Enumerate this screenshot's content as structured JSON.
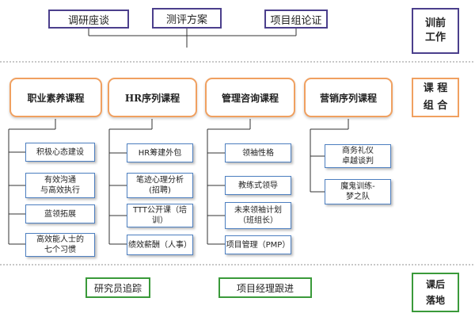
{
  "top": {
    "items": [
      "调研座谈",
      "测评方案",
      "项目组论证"
    ],
    "side": "训前\n工作"
  },
  "courses": {
    "side": "课 程\n组 合",
    "columns": [
      {
        "title": "职业素养课程",
        "items": [
          "积极心态建设",
          "有效沟通\n与高效执行",
          "蓝领拓展",
          "高效能人士的\n七个习惯"
        ]
      },
      {
        "title": "HR序列课程",
        "items": [
          "HR筹建外包",
          "笔迹心理分析\n(招聘)",
          "TTT公开课（培\n训）",
          "绩效薪酬（人事）"
        ]
      },
      {
        "title": "管理咨询课程",
        "items": [
          "领袖性格",
          "教练式领导",
          "未来领袖计划\n（班组长）",
          "项目管理（PMP）"
        ]
      },
      {
        "title": "营销序列课程",
        "items": [
          "商务礼仪\n卓越谈判",
          "魔鬼训练-\n梦之队"
        ]
      }
    ]
  },
  "bottom": {
    "items": [
      "研究员追踪",
      "项目经理跟进"
    ],
    "side": "课后\n落地"
  },
  "colors": {
    "purple": "#4b3f8c",
    "orange": "#f0a060",
    "blue": "#4d7fc0",
    "green": "#3a9a3a",
    "connector": "#333333",
    "dotted": "#c8c8c8"
  }
}
